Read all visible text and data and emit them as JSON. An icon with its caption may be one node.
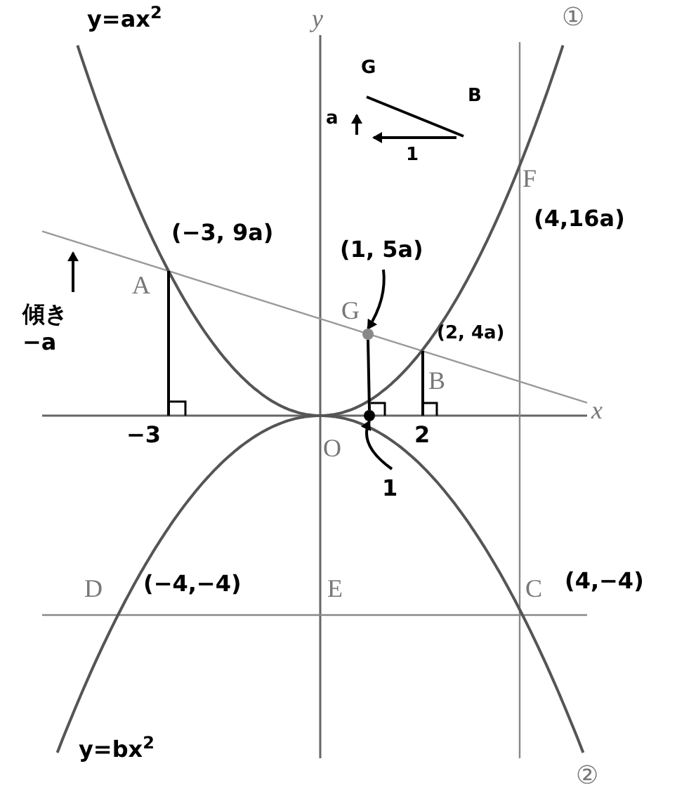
{
  "diagram": {
    "nodes": [
      {
        "text": [
          "(1, 5a)"
        ]
      },
      {
        "text": [],
        "shape": "circle"
      },
      {
        "text": [
          "1"
        ]
      },
      {
        "text": [],
        "shape": "circle"
      },
      {
        "text": [
          "傾き −a"
        ]
      }
    ],
    "edges": [
      {
        "from": 0,
        "to": 1,
        "arrow": "to"
      },
      {
        "from": 2,
        "to": 3,
        "arrow": "to"
      },
      {
        "from": 4,
        "to": null,
        "arrow": "to"
      },
      {
        "from": 1,
        "to": 3,
        "arrow": "none"
      }
    ],
    "labels": [
      "y=ax$^{2}$",
      "y",
      "①",
      "G",
      "B",
      "a",
      "1",
      "F",
      "(4,16a)",
      "(−3, 9a)",
      "A",
      "G",
      "(2, 4a)",
      "B",
      "x",
      "−3",
      "O",
      "2",
      "D",
      "(−4,−4)",
      "E",
      "C",
      "(4,−4)",
      "y=bx$^{2}$",
      "②"
    ]
  }
}
